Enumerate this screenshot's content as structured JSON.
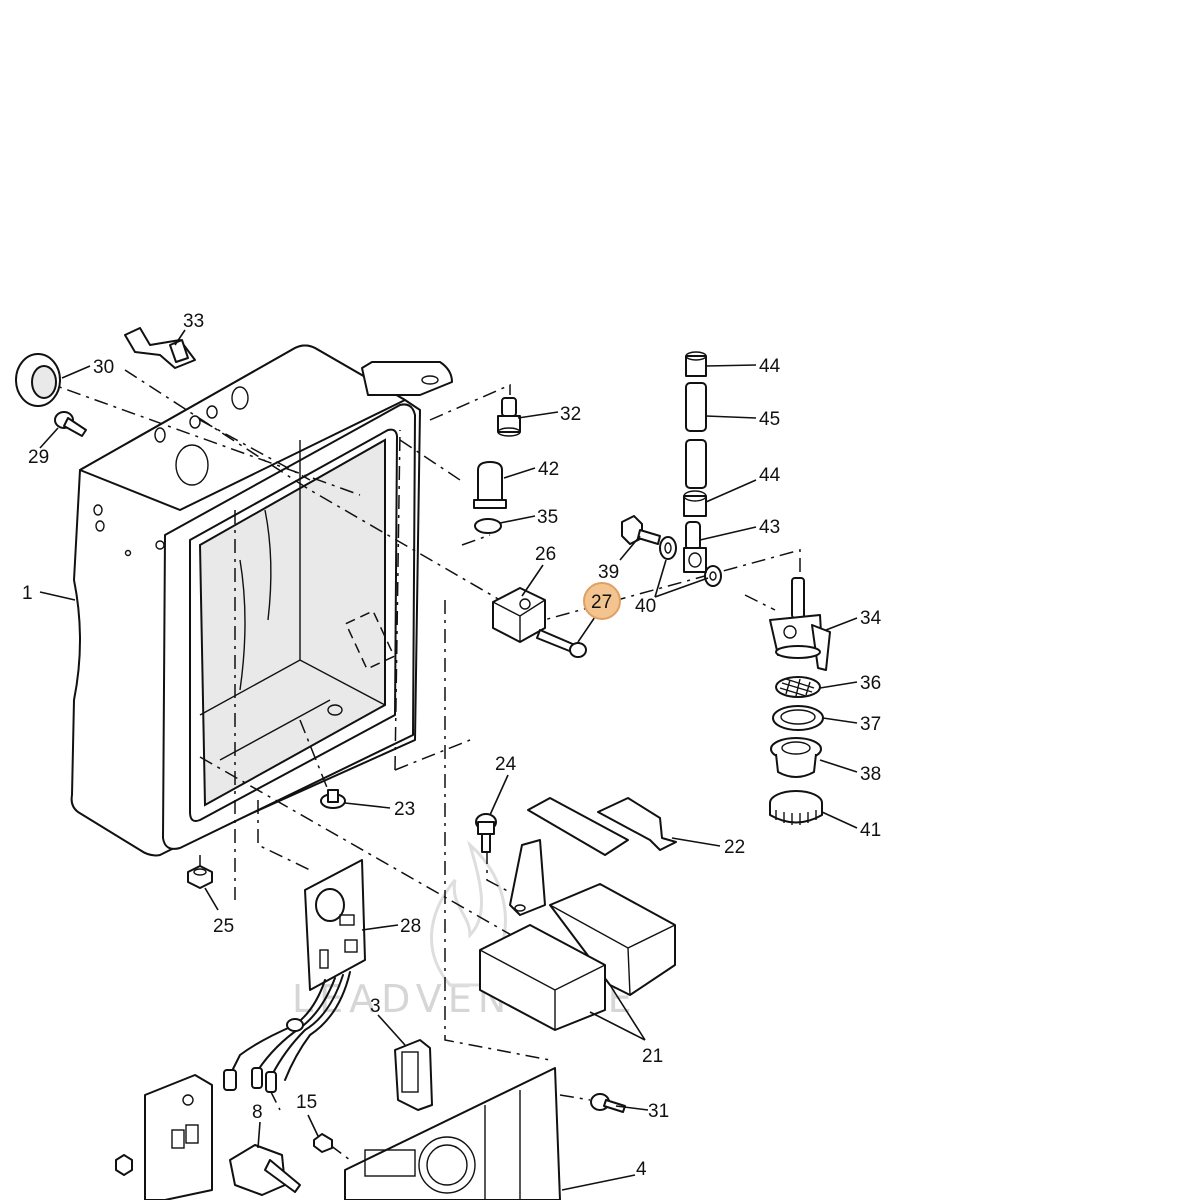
{
  "watermark": "LEADVENTURE",
  "highlight_color": "#f3c48f",
  "callouts": [
    {
      "id": "1",
      "label": "1"
    },
    {
      "id": "3",
      "label": "3"
    },
    {
      "id": "4",
      "label": "4"
    },
    {
      "id": "8",
      "label": "8"
    },
    {
      "id": "15",
      "label": "15"
    },
    {
      "id": "21",
      "label": "21"
    },
    {
      "id": "22",
      "label": "22"
    },
    {
      "id": "23",
      "label": "23"
    },
    {
      "id": "24",
      "label": "24"
    },
    {
      "id": "25",
      "label": "25"
    },
    {
      "id": "26",
      "label": "26"
    },
    {
      "id": "27",
      "label": "27",
      "highlighted": true
    },
    {
      "id": "28",
      "label": "28"
    },
    {
      "id": "29",
      "label": "29"
    },
    {
      "id": "30",
      "label": "30"
    },
    {
      "id": "31",
      "label": "31"
    },
    {
      "id": "32",
      "label": "32"
    },
    {
      "id": "33",
      "label": "33"
    },
    {
      "id": "34",
      "label": "34"
    },
    {
      "id": "35",
      "label": "35"
    },
    {
      "id": "36",
      "label": "36"
    },
    {
      "id": "37",
      "label": "37"
    },
    {
      "id": "38",
      "label": "38"
    },
    {
      "id": "39",
      "label": "39"
    },
    {
      "id": "40",
      "label": "40"
    },
    {
      "id": "41",
      "label": "41"
    },
    {
      "id": "42",
      "label": "42"
    },
    {
      "id": "43",
      "label": "43"
    },
    {
      "id": "44a",
      "label": "44"
    },
    {
      "id": "44b",
      "label": "44"
    },
    {
      "id": "45",
      "label": "45"
    }
  ]
}
